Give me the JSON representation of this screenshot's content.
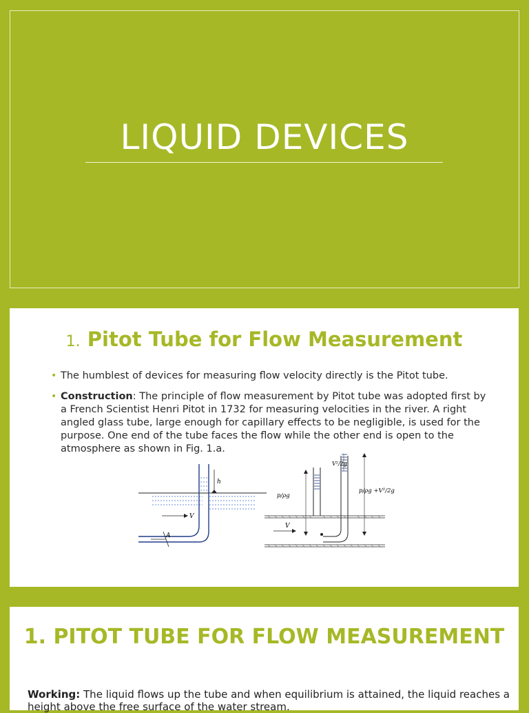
{
  "slide1": {
    "title": "LIQUID DEVICES"
  },
  "slide2": {
    "title_num": "1.",
    "title_text": "Pitot Tube for Flow Measurement",
    "bullets": [
      {
        "lead": "",
        "text": "The humblest of devices for measuring flow velocity directly is the Pitot tube."
      },
      {
        "lead": "Construction",
        "text": ": The principle of flow measurement by Pitot tube was adopted first by a French Scientist Henri Pitot in 1732 for measuring velocities in the river. A right angled glass tube, large enough for capillary effects to be negligible, is used for the purpose. One end of the tube faces the flow while the other end is open to the atmosphere as shown in Fig. 1.a."
      }
    ],
    "diagram_labels": {
      "h": "h",
      "v_left": "V",
      "a": "A",
      "v_right": "V",
      "p_rho_g": "p/ρg",
      "v2_2g": "V²/2g",
      "total": "p/ρg +V²/2g"
    }
  },
  "slide3": {
    "title": "1. PITOT TUBE FOR FLOW MEASUREMENT",
    "body_lead": "Working:",
    "body_text": " The liquid flows up the tube and when equilibrium is attained, the liquid reaches a height above the free surface of the water stream."
  },
  "colors": {
    "accent": "#a6b826",
    "background": "#a6b826",
    "card": "#ffffff",
    "diagram_blue": "#1f3c88"
  }
}
